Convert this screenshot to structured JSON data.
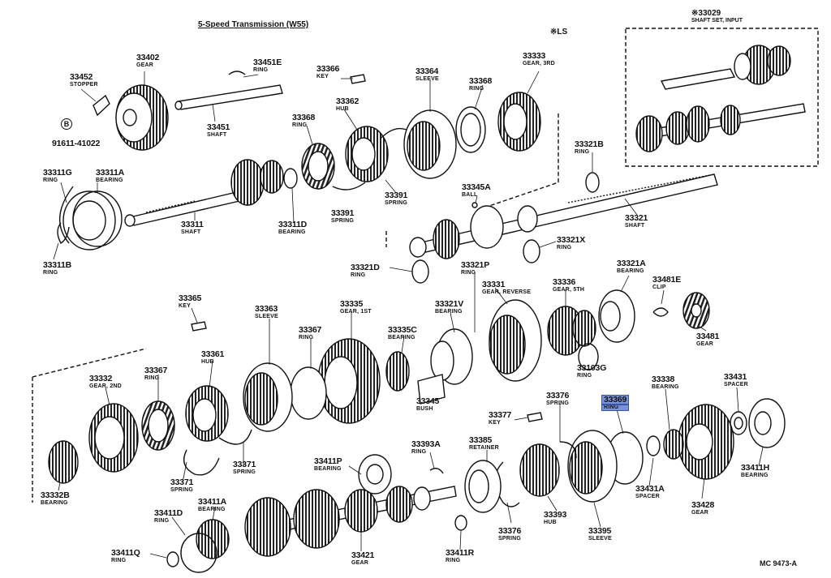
{
  "title": "5-Speed Transmission (W55)",
  "ls_note": "※LS",
  "inset": {
    "part": "※33029",
    "name": "SHAFT SET, INPUT"
  },
  "diagram_code": "MC 9473-A",
  "circled_letter": "B",
  "callouts": [
    {
      "id": "33402",
      "part": "33402",
      "name": "GEAR"
    },
    {
      "id": "33451E",
      "part": "33451E",
      "name": "RING"
    },
    {
      "id": "33452",
      "part": "33452",
      "name": "STOPPER"
    },
    {
      "id": "33451",
      "part": "33451",
      "name": "SHAFT"
    },
    {
      "id": "91611",
      "part": "91611-41022",
      "name": ""
    },
    {
      "id": "33366",
      "part": "33366",
      "name": "KEY"
    },
    {
      "id": "33364",
      "part": "33364",
      "name": "SLEEVE"
    },
    {
      "id": "33333",
      "part": "33333",
      "name": "GEAR, 3RD"
    },
    {
      "id": "33362",
      "part": "33362",
      "name": "HUB"
    },
    {
      "id": "33368a",
      "part": "33368",
      "name": "RING"
    },
    {
      "id": "33368b",
      "part": "33368",
      "name": "RING"
    },
    {
      "id": "33321B",
      "part": "33321B",
      "name": "RING"
    },
    {
      "id": "33311G",
      "part": "33311G",
      "name": "RING"
    },
    {
      "id": "33311A",
      "part": "33311A",
      "name": "BEARING"
    },
    {
      "id": "33391",
      "part": "33391",
      "name": "SPRING"
    },
    {
      "id": "33391b",
      "part": "33391",
      "name": "SPRING"
    },
    {
      "id": "33345A",
      "part": "33345A",
      "name": "BALL"
    },
    {
      "id": "33311",
      "part": "33311",
      "name": "SHAFT"
    },
    {
      "id": "33311D",
      "part": "33311D",
      "name": "BEARING"
    },
    {
      "id": "33321",
      "part": "33321",
      "name": "SHAFT"
    },
    {
      "id": "33311B",
      "part": "33311B",
      "name": "RING"
    },
    {
      "id": "33321X",
      "part": "33321X",
      "name": "RING"
    },
    {
      "id": "33321D",
      "part": "33321D",
      "name": "RING"
    },
    {
      "id": "33321P",
      "part": "33321P",
      "name": "RING"
    },
    {
      "id": "33321A",
      "part": "33321A",
      "name": "BEARING"
    },
    {
      "id": "33481E",
      "part": "33481E",
      "name": "CLIP"
    },
    {
      "id": "33331",
      "part": "33331",
      "name": "GEAR, REVERSE"
    },
    {
      "id": "33336",
      "part": "33336",
      "name": "GEAR, 5TH"
    },
    {
      "id": "33365",
      "part": "33365",
      "name": "KEY"
    },
    {
      "id": "33363",
      "part": "33363",
      "name": "SLEEVE"
    },
    {
      "id": "33335",
      "part": "33335",
      "name": "GEAR, 1ST"
    },
    {
      "id": "33321V",
      "part": "33321V",
      "name": "BEARING"
    },
    {
      "id": "33481",
      "part": "33481",
      "name": "GEAR"
    },
    {
      "id": "33367a",
      "part": "33367",
      "name": "RING"
    },
    {
      "id": "33335C",
      "part": "33335C",
      "name": "BEARING"
    },
    {
      "id": "33361",
      "part": "33361",
      "name": "HUB"
    },
    {
      "id": "33103G",
      "part": "33103G",
      "name": "RING"
    },
    {
      "id": "33332",
      "part": "33332",
      "name": "GEAR, 2ND"
    },
    {
      "id": "33367b",
      "part": "33367",
      "name": "RING"
    },
    {
      "id": "33345",
      "part": "33345",
      "name": "BUSH"
    },
    {
      "id": "33376a",
      "part": "33376",
      "name": "SPRING"
    },
    {
      "id": "33369",
      "part": "33369",
      "name": "RING",
      "highlight": true
    },
    {
      "id": "33338",
      "part": "33338",
      "name": "BEARING"
    },
    {
      "id": "33431",
      "part": "33431",
      "name": "SPACER"
    },
    {
      "id": "33377",
      "part": "33377",
      "name": "KEY"
    },
    {
      "id": "33385",
      "part": "33385",
      "name": "RETAINER"
    },
    {
      "id": "33393A",
      "part": "33393A",
      "name": "RING"
    },
    {
      "id": "33371a",
      "part": "33371",
      "name": "SPRING"
    },
    {
      "id": "33371b",
      "part": "33371",
      "name": "SPRING"
    },
    {
      "id": "33411P",
      "part": "33411P",
      "name": "BEARING"
    },
    {
      "id": "33332B",
      "part": "33332B",
      "name": "BEARING"
    },
    {
      "id": "33431A",
      "part": "33431A",
      "name": "SPACER"
    },
    {
      "id": "33411H",
      "part": "33411H",
      "name": "BEARING"
    },
    {
      "id": "33411A",
      "part": "33411A",
      "name": "BEARING"
    },
    {
      "id": "33428",
      "part": "33428",
      "name": "GEAR"
    },
    {
      "id": "33411D",
      "part": "33411D",
      "name": "RING"
    },
    {
      "id": "33393",
      "part": "33393",
      "name": "HUB"
    },
    {
      "id": "33376b",
      "part": "33376",
      "name": "SPRING"
    },
    {
      "id": "33395",
      "part": "33395",
      "name": "SLEEVE"
    },
    {
      "id": "33411Q",
      "part": "33411Q",
      "name": "RING"
    },
    {
      "id": "33421",
      "part": "33421",
      "name": "GEAR"
    },
    {
      "id": "33411R",
      "part": "33411R",
      "name": "RING"
    }
  ]
}
